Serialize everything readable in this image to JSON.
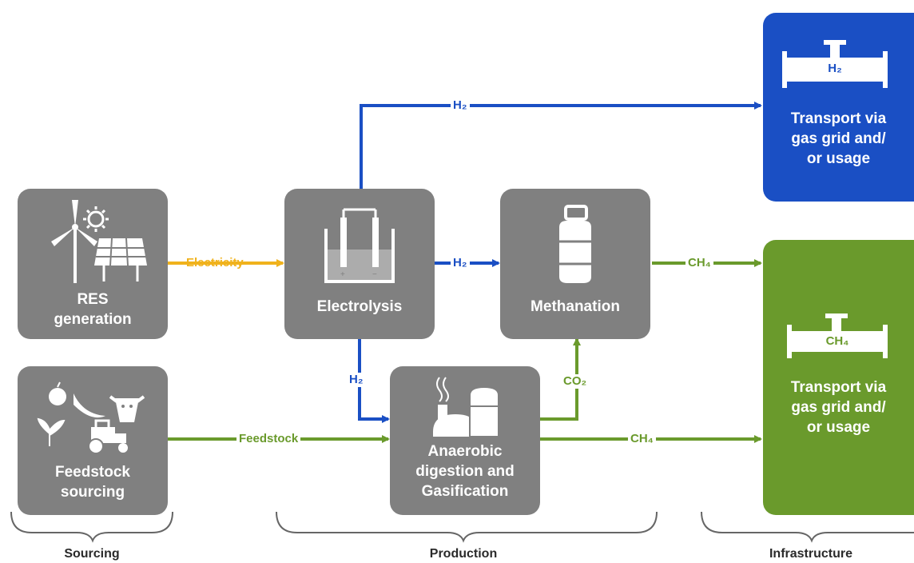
{
  "nodes": {
    "res": {
      "label": "RES\ngeneration"
    },
    "feedstock": {
      "label": "Feedstock\nsourcing"
    },
    "electrolysis": {
      "label": "Electrolysis"
    },
    "methanation": {
      "label": "Methanation"
    },
    "anaerobic": {
      "label": "Anaerobic\ndigestion and\nGasification"
    },
    "transport_h2": {
      "label": "Transport via\ngas grid and/\nor usage",
      "pipe_label": "H₂"
    },
    "transport_ch4": {
      "label": "Transport via\ngas grid and/\nor usage",
      "pipe_label": "CH₄"
    }
  },
  "flows": {
    "electricity": "Electricity",
    "feedstock": "Feedstock",
    "h2_top": "H₂",
    "h2_mid": "H₂",
    "h2_down": "H₂",
    "co2": "CO₂",
    "ch4_top": "CH₄",
    "ch4_bottom": "CH₄"
  },
  "stages": {
    "sourcing": "Sourcing",
    "production": "Production",
    "infrastructure": "Infrastructure"
  },
  "colors": {
    "box_grey": "#808080",
    "blue": "#1a4fc4",
    "green": "#6a9a2c",
    "yellow": "#f0b21c"
  }
}
